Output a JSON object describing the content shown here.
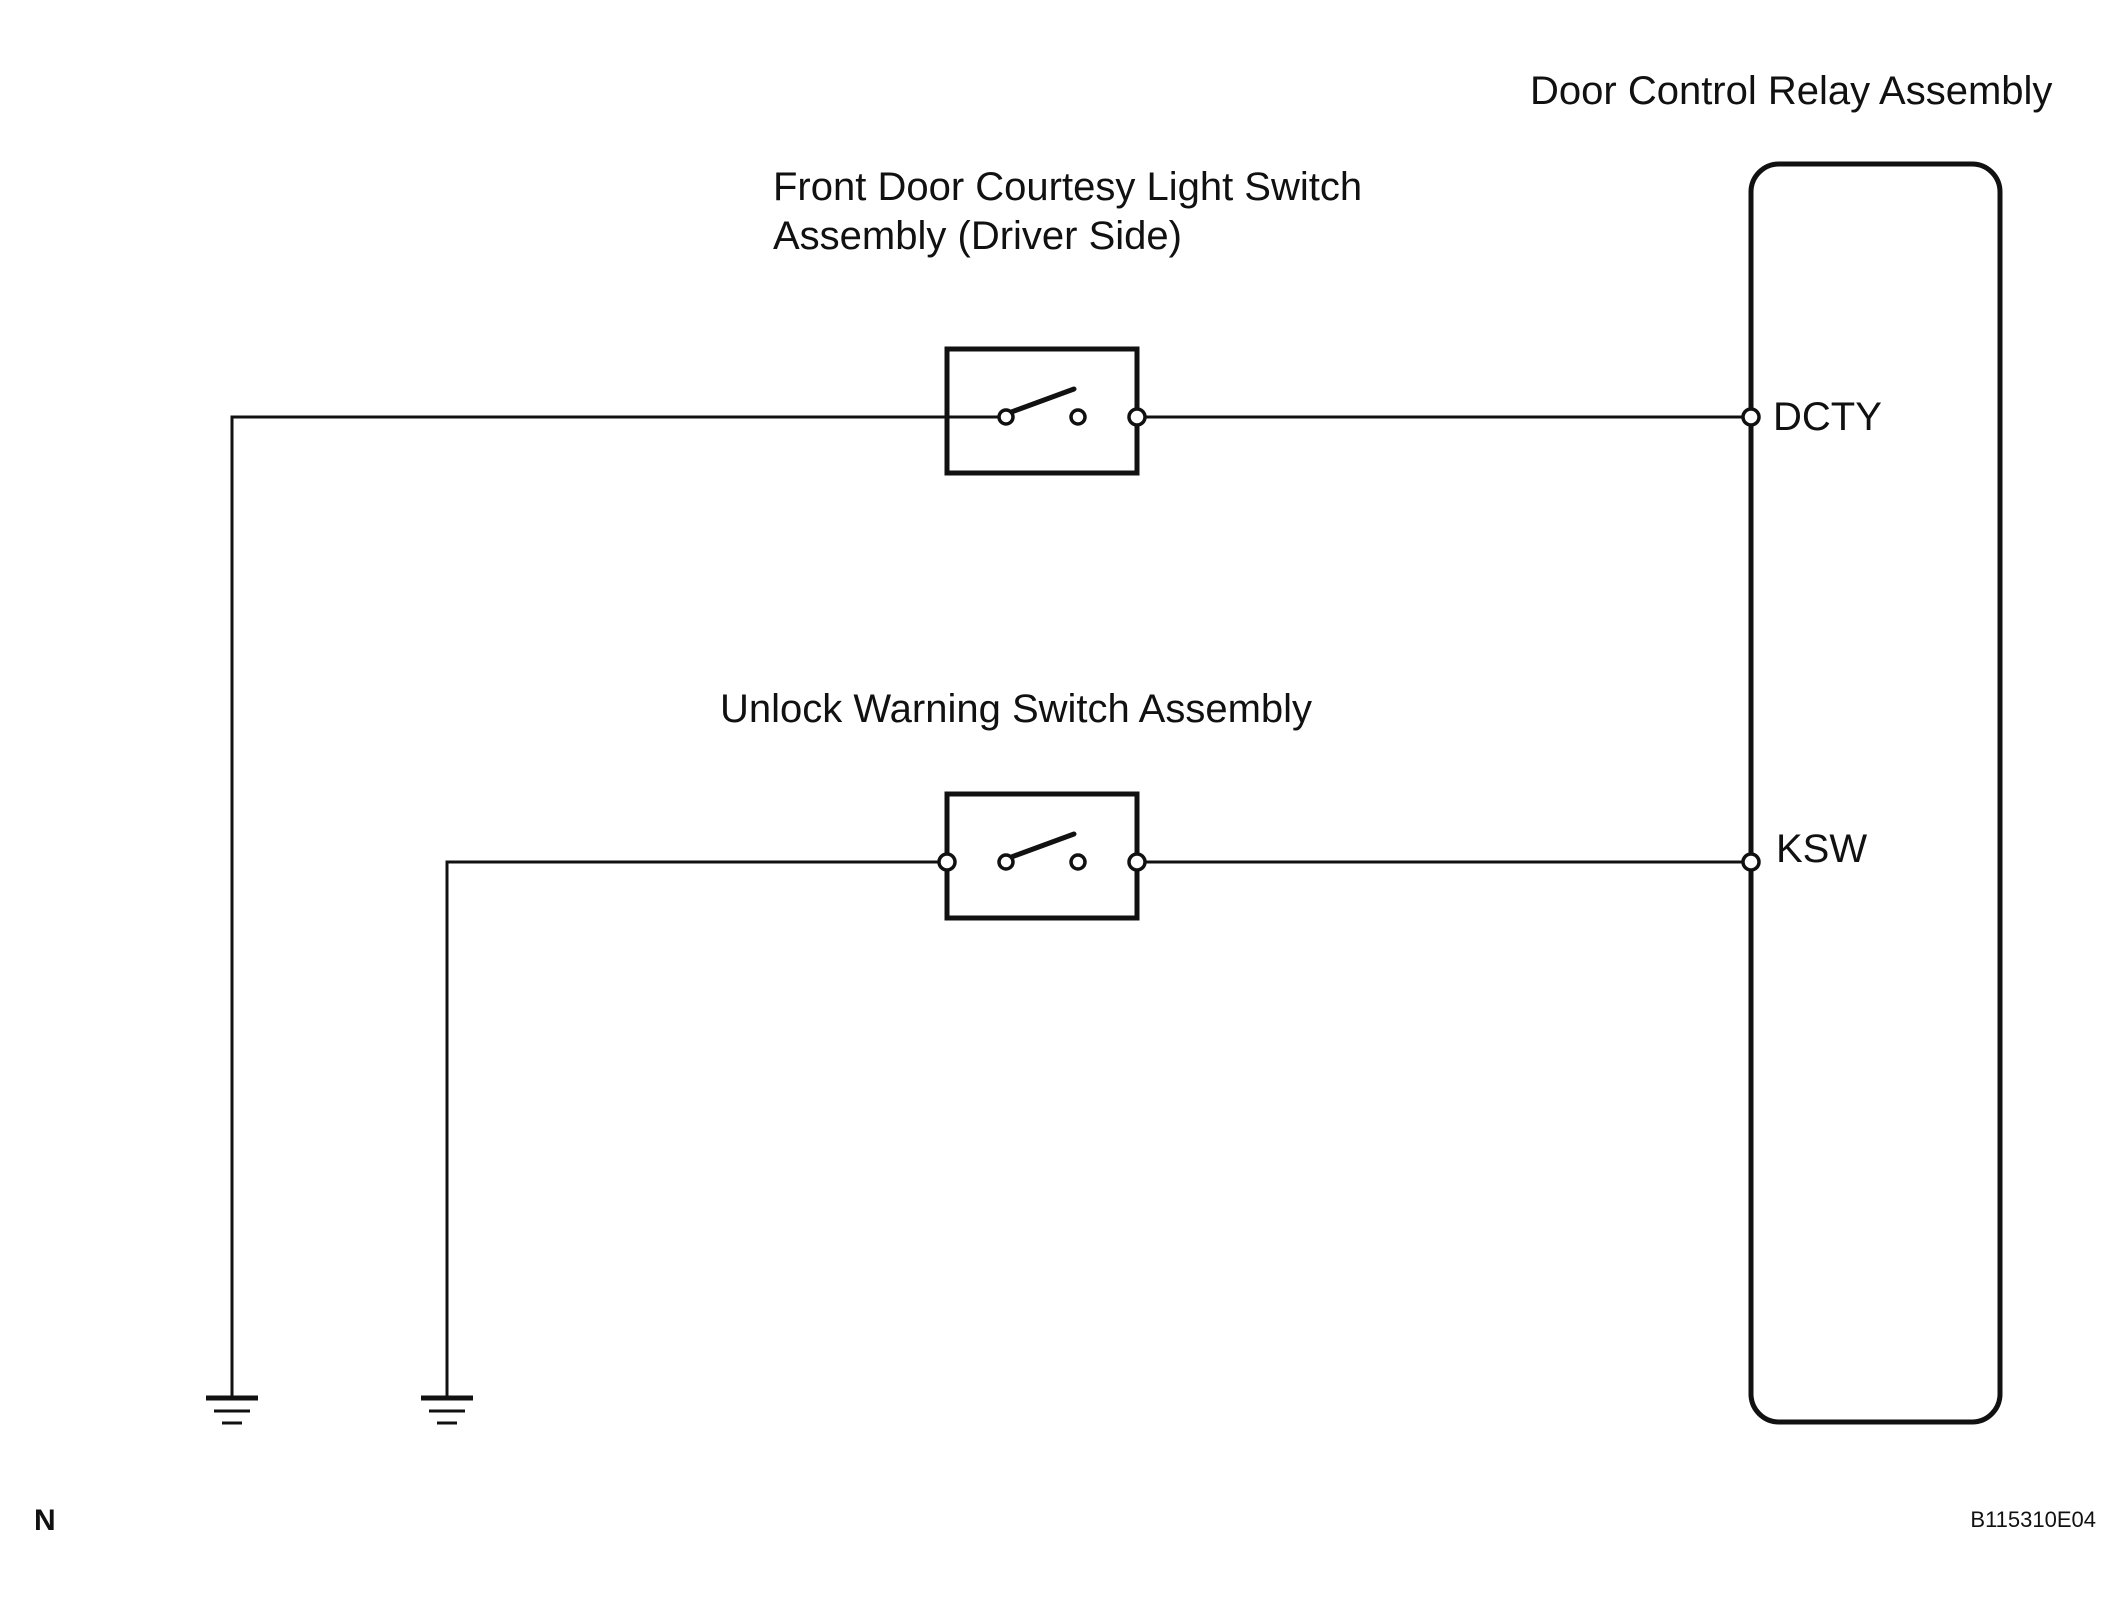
{
  "relay": {
    "title": "Door Control Relay Assembly",
    "pins": {
      "dcty": "DCTY",
      "ksw": "KSW"
    }
  },
  "courtesy_switch": {
    "label_line1": "Front Door Courtesy Light Switch",
    "label_line2": "Assembly (Driver Side)"
  },
  "unlock_switch": {
    "label": "Unlock Warning Switch Assembly"
  },
  "footer": {
    "left_mark": "N",
    "figure_code": "B115310E04"
  }
}
